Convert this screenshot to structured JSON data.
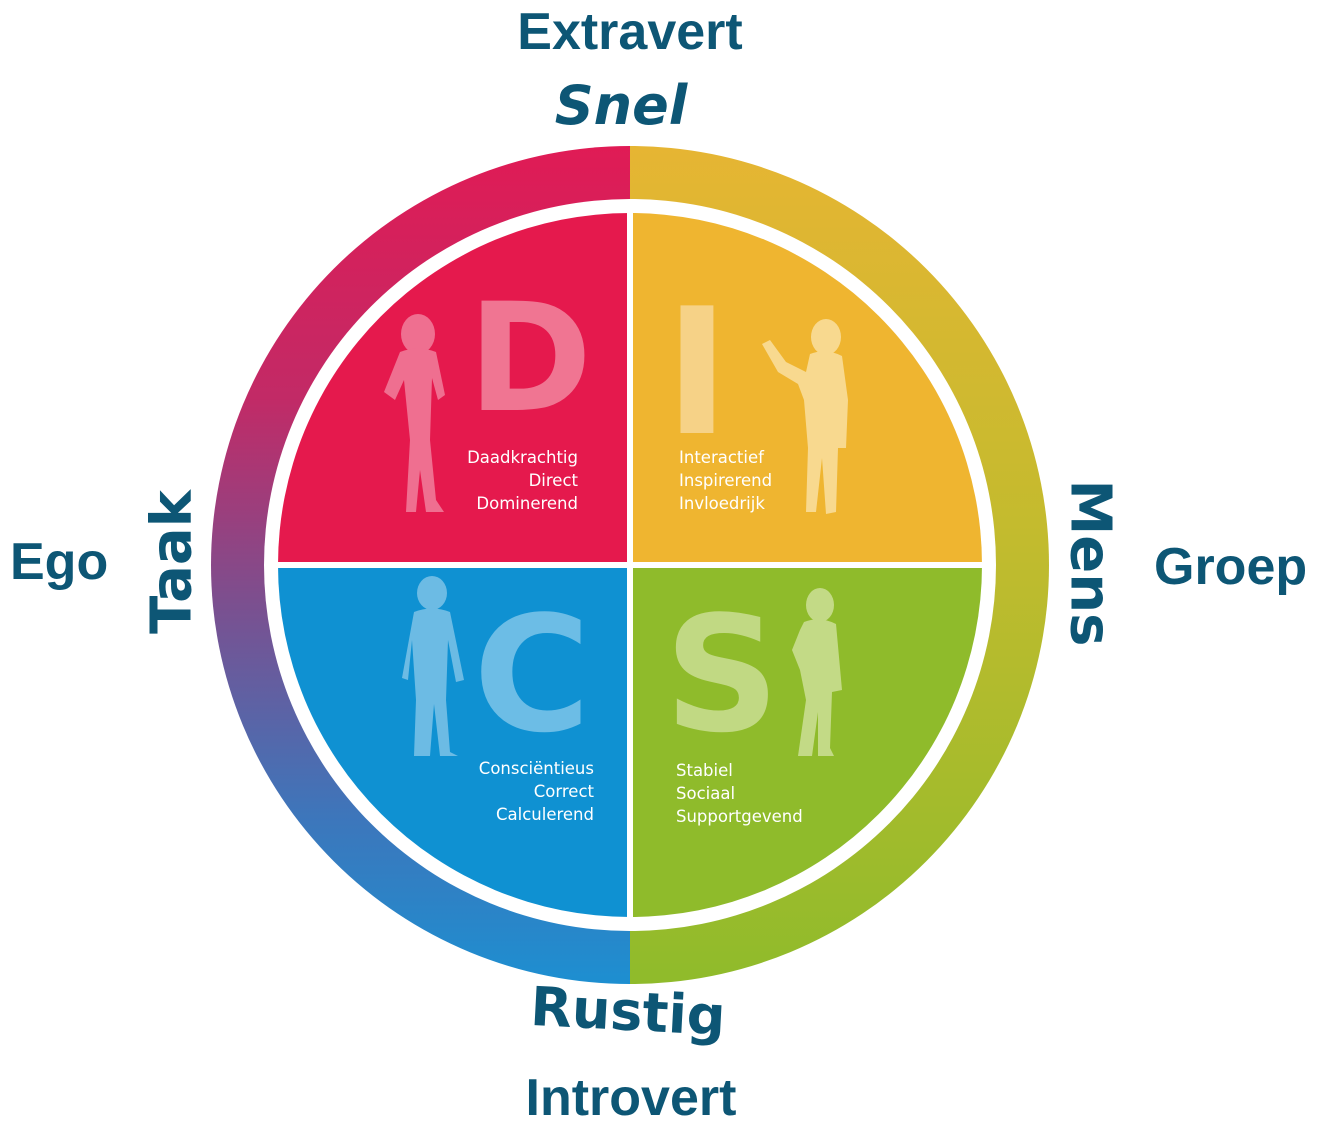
{
  "labels": {
    "top_outer": "Extravert",
    "top_inner": "Snel",
    "bottom_inner": "Rustig",
    "bottom_outer": "Introvert",
    "left_outer": "Ego",
    "left_inner": "Taak",
    "right_inner": "Mens",
    "right_outer": "Groep"
  },
  "quadrants": [
    {
      "letter": "D",
      "color": "#e5194d",
      "traits": [
        "Daadkrachtig",
        "Direct",
        "Dominerend"
      ]
    },
    {
      "letter": "I",
      "color": "#efb530",
      "traits": [
        "Interactief",
        "Inspirerend",
        "Invloedrijk"
      ]
    },
    {
      "letter": "C",
      "color": "#0f91d2",
      "traits": [
        "Consciëntieus",
        "Correct",
        "Calculerend"
      ]
    },
    {
      "letter": "S",
      "color": "#8fbb2b",
      "traits": [
        "Stabiel",
        "Sociaal",
        "Supportgevend"
      ]
    }
  ],
  "ring_colors": {
    "top_left": "#e01b55",
    "left": "#7a5090",
    "bottom_left": "#2990d0",
    "top_right": "#e4b932",
    "right": "#9dbd2a",
    "text": "#0d5675"
  }
}
